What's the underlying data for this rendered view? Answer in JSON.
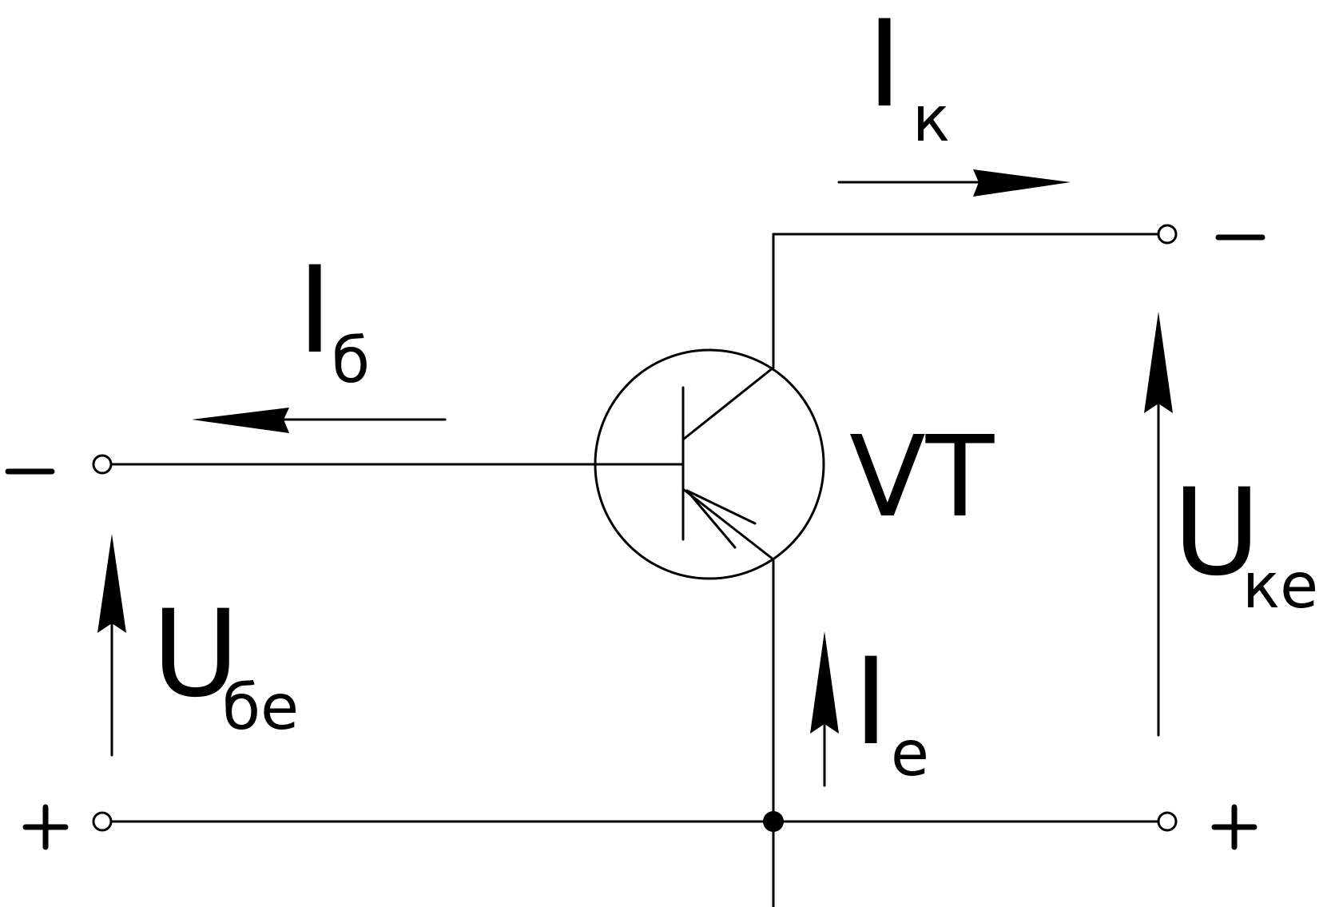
{
  "diagram": {
    "transistor_label": "VT",
    "base_current": {
      "main": "I",
      "sub": "б"
    },
    "collector_current": {
      "main": "I",
      "sub": "к"
    },
    "emitter_current": {
      "main": "I",
      "sub": "е"
    },
    "base_emitter_voltage": {
      "main": "U",
      "sub": "бе"
    },
    "collector_emitter_voltage": {
      "main": "U",
      "sub": "ке"
    },
    "signs": {
      "input_top": "minus",
      "input_bottom": "plus",
      "output_top": "minus",
      "output_bottom": "plus"
    }
  }
}
